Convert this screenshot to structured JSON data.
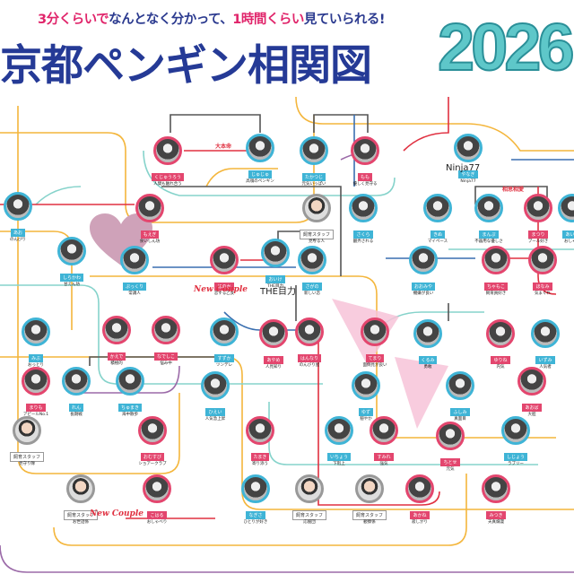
{
  "header": {
    "subtitle_a": "3分くらいで",
    "subtitle_b": "なんとなく分かって、",
    "subtitle_c": "1時間くらい",
    "subtitle_d": "見ていられる!",
    "title": "京都ペンギン相関図",
    "year": "2026"
  },
  "labels": {
    "ninja": "Ninja77",
    "eyes": "THE目力",
    "new_couple_1": "New Couple",
    "new_couple_2": "New Couple",
    "favorite": "大本命",
    "mutual": "相思相愛"
  },
  "colors": {
    "blue": "#3fb4d6",
    "pink": "#e3466e",
    "title": "#253a96",
    "year": "#5ec7c9"
  },
  "nodes": [
    {
      "name": "くじゅうろう",
      "type": "pink",
      "cap": "人間も触れ合う"
    },
    {
      "name": "じゅじゅ",
      "type": "blue",
      "cap": "高嶺のペンギン"
    },
    {
      "name": "たかつじ",
      "type": "blue",
      "cap": "元気いっぱい"
    },
    {
      "name": "もも",
      "type": "pink",
      "cap": "優しく見守る"
    },
    {
      "name": "やなぎ",
      "type": "blue",
      "cap": "Ninja77"
    },
    {
      "name": "あお",
      "type": "blue",
      "cap": "のんびり"
    },
    {
      "name": "もえぎ",
      "type": "pink",
      "cap": "食いしん坊"
    },
    {
      "name": "飼育スタッフ",
      "type": "staff",
      "cap": "見守る人"
    },
    {
      "name": "さくら",
      "type": "blue",
      "cap": "翻弄される"
    },
    {
      "name": "まんぷ",
      "type": "blue",
      "cap": "不器用な優しさ"
    },
    {
      "name": "きぬ",
      "type": "blue",
      "cap": "マイペース"
    },
    {
      "name": "まつり",
      "type": "pink",
      "cap": "プール好き"
    },
    {
      "name": "あいこ",
      "type": "blue",
      "cap": "おしゃれ"
    },
    {
      "name": "しらかわ",
      "type": "blue",
      "cap": "甘えん坊"
    },
    {
      "name": "ぷっくり",
      "type": "blue",
      "cap": "常識人"
    },
    {
      "name": "ほのか",
      "type": "pink",
      "cap": "恋する乙女"
    },
    {
      "name": "おいけ",
      "type": "blue",
      "cap": "THE目力"
    },
    {
      "name": "さがの",
      "type": "blue",
      "cap": "新しい恋"
    },
    {
      "name": "おおみや",
      "type": "blue",
      "cap": "機嫌が良い"
    },
    {
      "name": "ちゃもこ",
      "type": "pink",
      "cap": "飼育員好き"
    },
    {
      "name": "ほなみ",
      "type": "pink",
      "cap": "気まぐれ"
    },
    {
      "name": "みぶ",
      "type": "blue",
      "cap": "おっとり"
    },
    {
      "name": "かえで",
      "type": "pink",
      "cap": "積極的"
    },
    {
      "name": "なでしこ",
      "type": "pink",
      "cap": "悩み中"
    },
    {
      "name": "すずか",
      "type": "blue",
      "cap": "ツンデレ"
    },
    {
      "name": "あやめ",
      "type": "pink",
      "cap": "人見知り"
    },
    {
      "name": "はんなり",
      "type": "pink",
      "cap": "のんびり屋"
    },
    {
      "name": "てまり",
      "type": "pink",
      "cap": "面倒見が良い"
    },
    {
      "name": "くるみ",
      "type": "blue",
      "cap": "勇敢"
    },
    {
      "name": "ゆりね",
      "type": "pink",
      "cap": "内気"
    },
    {
      "name": "いずみ",
      "type": "blue",
      "cap": "人気者"
    },
    {
      "name": "まりも",
      "type": "pink",
      "cap": "アピールNo.1"
    },
    {
      "name": "れん",
      "type": "blue",
      "cap": "長期戦"
    },
    {
      "name": "ちゅまき",
      "type": "blue",
      "cap": "海中散歩"
    },
    {
      "name": "ひえい",
      "type": "blue",
      "cap": "人気急上昇"
    },
    {
      "name": "ゆず",
      "type": "blue",
      "cap": "穏やか"
    },
    {
      "name": "ふしみ",
      "type": "blue",
      "cap": "真面目"
    },
    {
      "name": "あおば",
      "type": "pink",
      "cap": "大胆"
    },
    {
      "name": "おむすび",
      "type": "pink",
      "cap": "ショアークラブ"
    },
    {
      "name": "たまき",
      "type": "pink",
      "cap": "寄り添う"
    },
    {
      "name": "いちょう",
      "type": "blue",
      "cap": "下剋上"
    },
    {
      "name": "すみれ",
      "type": "pink",
      "cap": "強気"
    },
    {
      "name": "ちとせ",
      "type": "pink",
      "cap": "元気"
    },
    {
      "name": "しじょう",
      "type": "blue",
      "cap": "ラブリー"
    },
    {
      "name": "飼育スタッフ",
      "type": "staff",
      "cap": "見守り隊"
    },
    {
      "name": "飼育スタッフ",
      "type": "staff",
      "cap": "お世話係"
    },
    {
      "name": "こはる",
      "type": "pink",
      "cap": "おしゃべり"
    },
    {
      "name": "なぎさ",
      "type": "blue",
      "cap": "ひとりが好き"
    },
    {
      "name": "飼育スタッフ",
      "type": "staff",
      "cap": "応援団"
    },
    {
      "name": "飼育スタッフ",
      "type": "staff",
      "cap": "観察係"
    },
    {
      "name": "あかね",
      "type": "pink",
      "cap": "寂しがり"
    },
    {
      "name": "みつき",
      "type": "pink",
      "cap": "天真爛漫"
    }
  ]
}
